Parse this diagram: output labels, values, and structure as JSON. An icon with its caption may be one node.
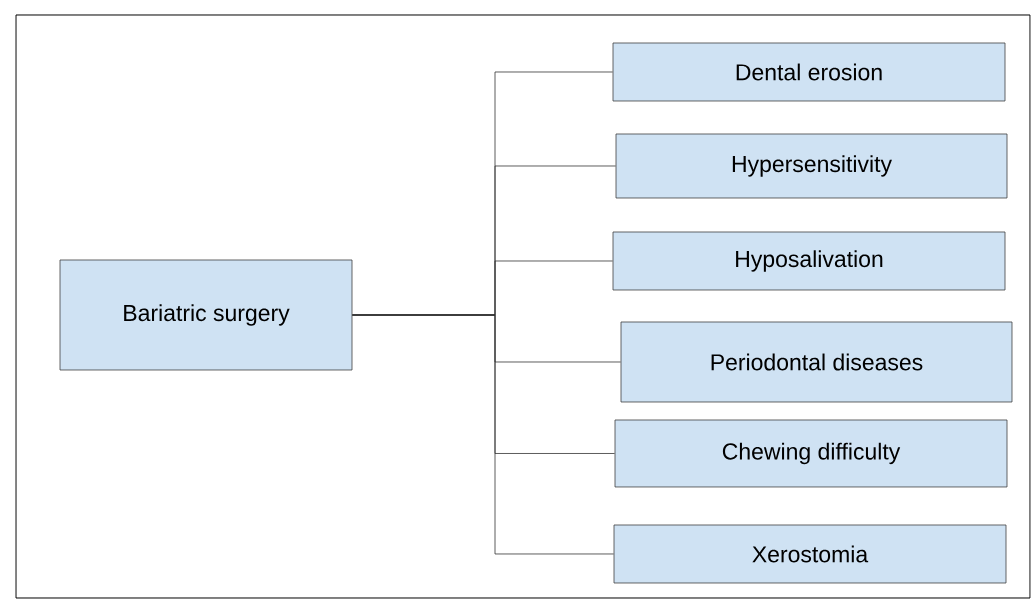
{
  "diagram": {
    "nodes": [
      {
        "text": [
          "Bariatric surgery"
        ]
      },
      {
        "text": [
          "Dental erosion"
        ]
      },
      {
        "text": [
          "Hypersensitivity"
        ]
      },
      {
        "text": [
          "Hyposalivation"
        ]
      },
      {
        "text": [
          "Periodontal diseases"
        ]
      },
      {
        "text": [
          "Chewing difficulty"
        ]
      },
      {
        "text": [
          "Xerostomia"
        ]
      }
    ],
    "edges": [
      {
        "from": 0,
        "to": 1,
        "arrow": "none"
      },
      {
        "from": 0,
        "to": 2,
        "arrow": "none"
      },
      {
        "from": 0,
        "to": 3,
        "arrow": "none"
      },
      {
        "from": 0,
        "to": 4,
        "arrow": "none"
      },
      {
        "from": 0,
        "to": 5,
        "arrow": "none"
      },
      {
        "from": 0,
        "to": 6,
        "arrow": "none"
      }
    ]
  }
}
